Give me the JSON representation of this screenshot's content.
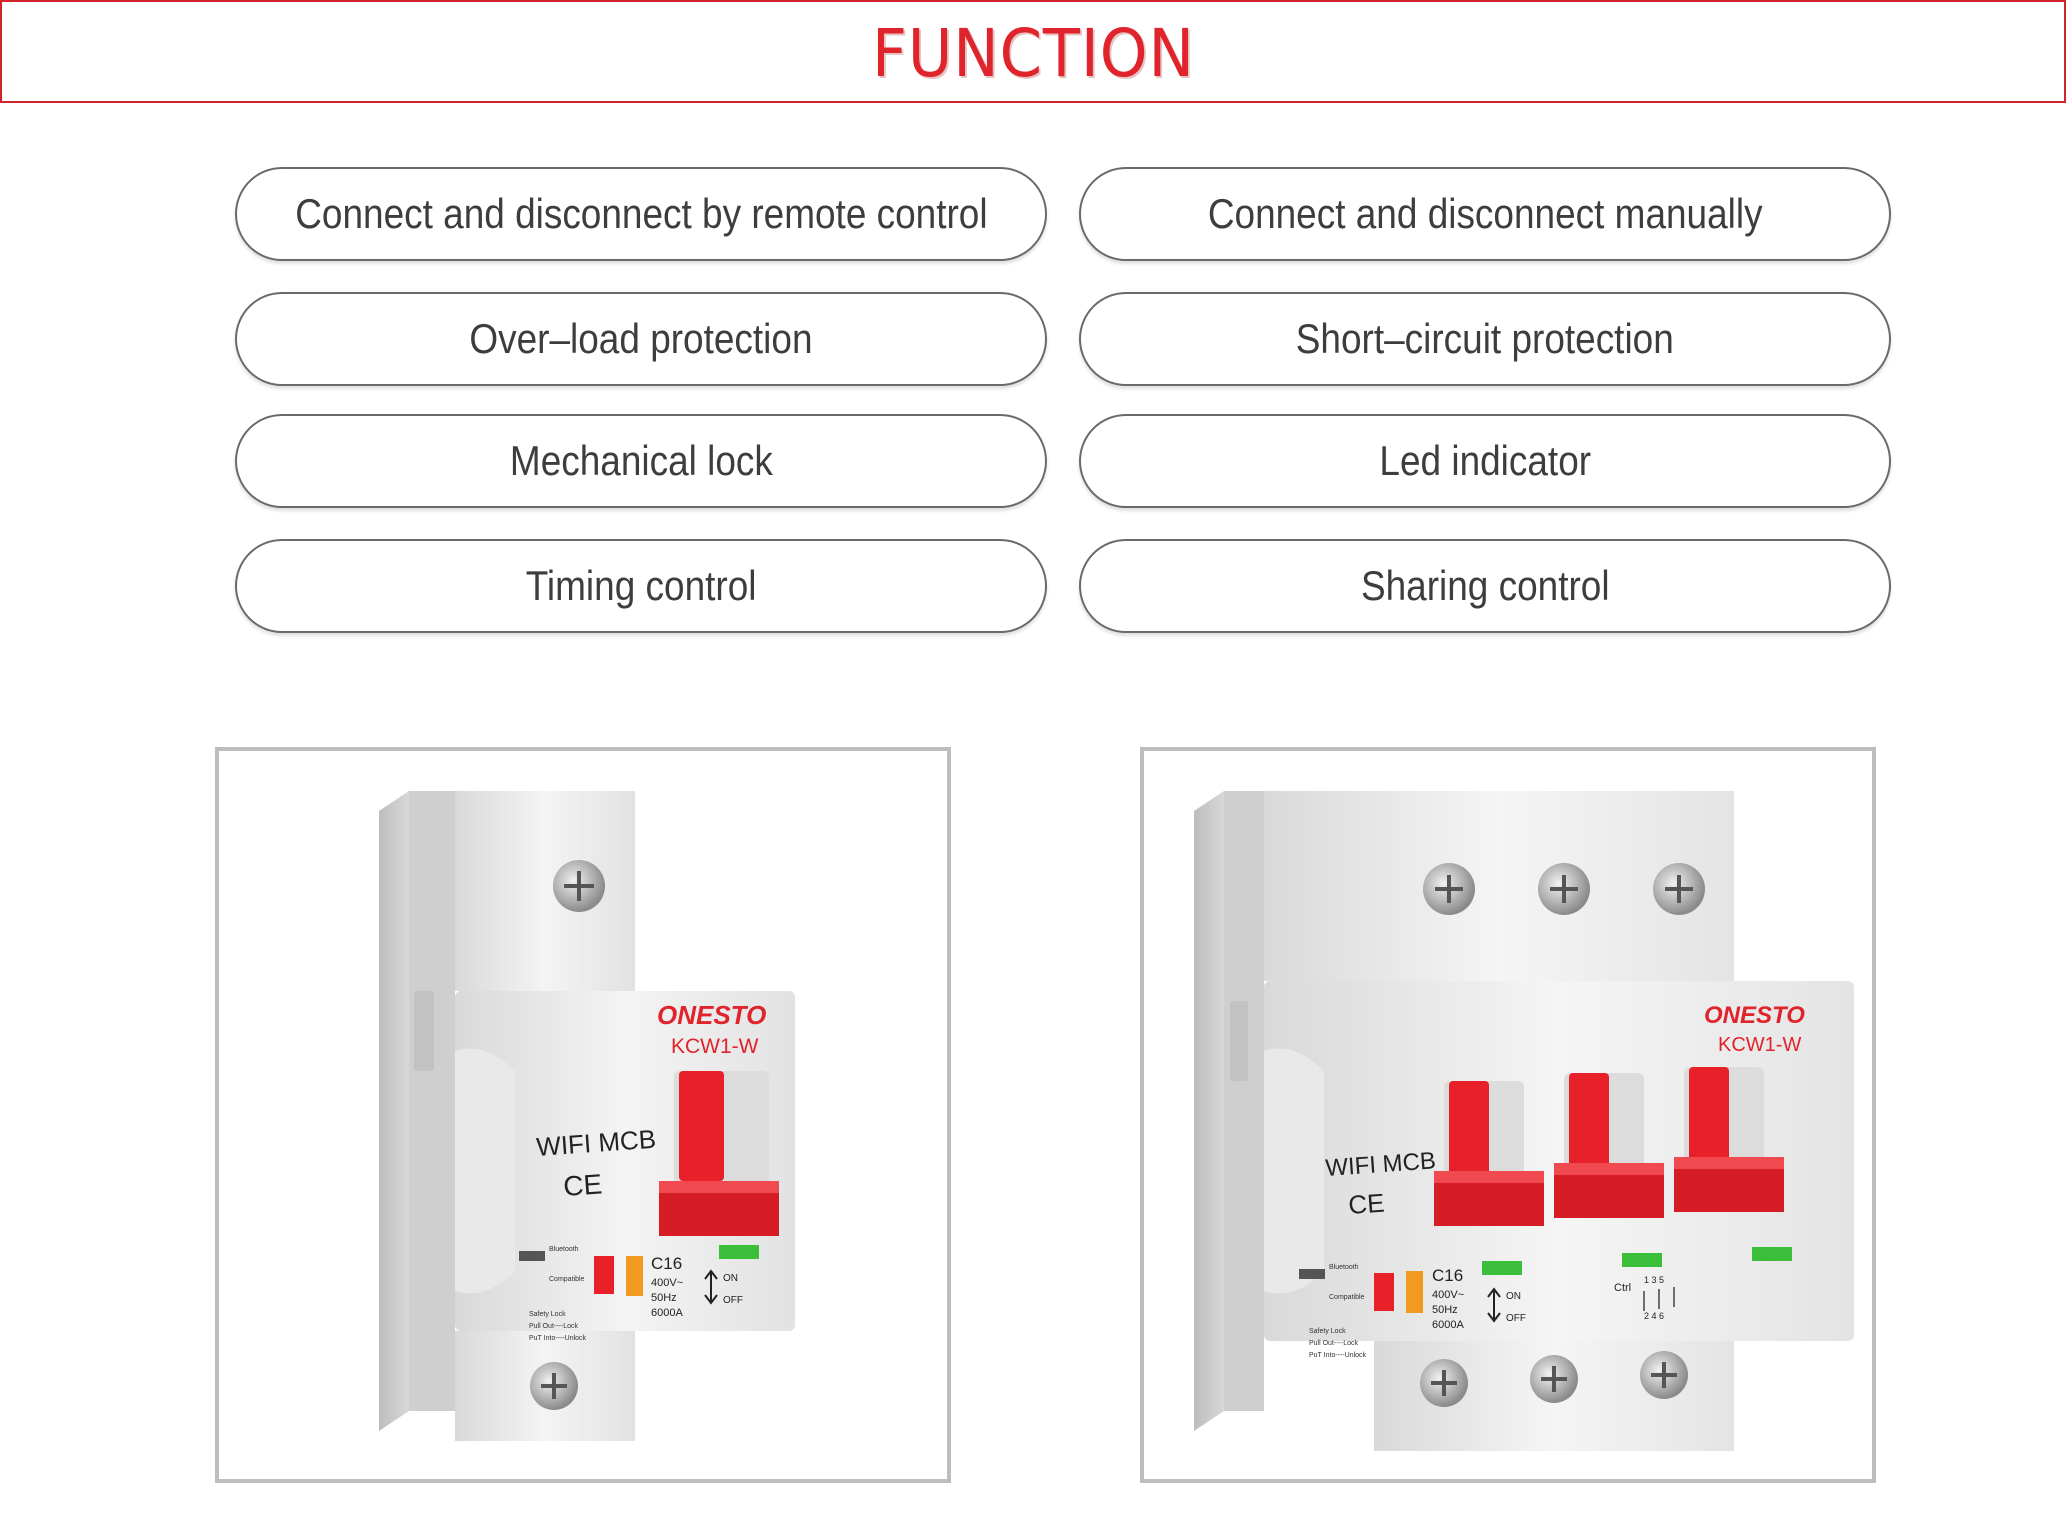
{
  "header": {
    "title": "FUNCTION"
  },
  "functions": [
    "Connect and disconnect by remote control",
    "Connect and disconnect manually",
    "Over–load protection",
    "Short–circuit protection",
    "Mechanical lock",
    "Led indicator",
    "Timing control",
    "Sharing control"
  ],
  "products": [
    {
      "brand": "ONESTO",
      "model": "KCW1-W",
      "name": "WIFI MCB",
      "cert": "CE",
      "rating": "C16",
      "voltage": "400V~",
      "frequency": "50Hz",
      "breaking": "6000A",
      "on_label": "ON",
      "off_label": "OFF",
      "bt_label": "Bluetooth",
      "compat_label": "Compatible",
      "lock_line1": "Safety Lock",
      "lock_line2": "Pull Out----Lock",
      "lock_line3": "PuT Into----Unlock"
    },
    {
      "brand": "ONESTO",
      "model": "KCW1-W",
      "name": "WIFI MCB",
      "cert": "CE",
      "rating": "C16",
      "voltage": "400V~",
      "frequency": "50Hz",
      "breaking": "6000A",
      "on_label": "ON",
      "off_label": "OFF",
      "bt_label": "Bluetooth",
      "compat_label": "Compatible",
      "lock_line1": "Safety Lock",
      "lock_line2": "Pull Out----Lock",
      "lock_line3": "PuT Into----Unlock",
      "ctrl_label": "Ctrl",
      "terminal_top": "1 3 5",
      "terminal_bottom": "2 4 6"
    }
  ],
  "colors": {
    "accent": "#e0242b",
    "handle": "#e8202a",
    "led": "#3bbf3b",
    "pill_border": "#6a6a6a",
    "frame_border": "#bdbdbd"
  }
}
